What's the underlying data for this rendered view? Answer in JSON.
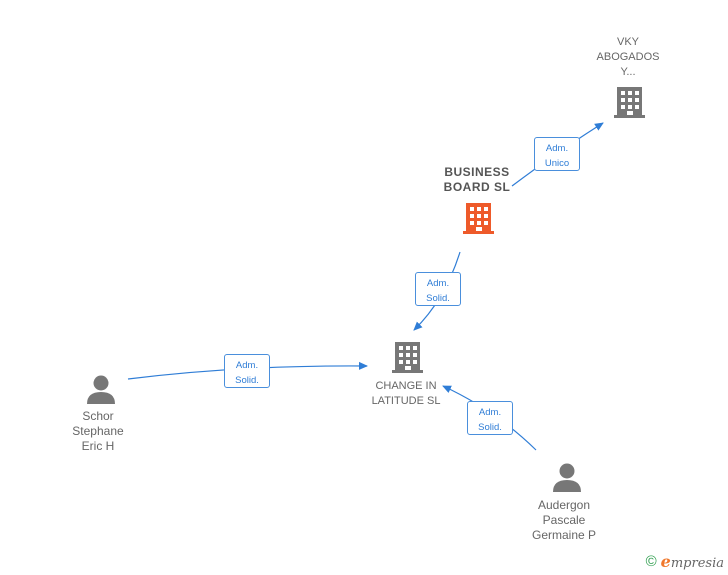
{
  "colors": {
    "edge": "#2f7dd6",
    "building_default": "#777777",
    "building_highlight": "#ee5a2a",
    "person": "#777777"
  },
  "nodes": {
    "vky": {
      "label": "VKY\nABOGADOS\nY...",
      "icon": "building-icon"
    },
    "business_board": {
      "label": "BUSINESS\nBOARD  SL",
      "icon": "building-icon",
      "highlight": true
    },
    "change_in_latitude": {
      "label": "CHANGE IN\nLATITUDE  SL",
      "icon": "building-icon"
    },
    "schor": {
      "label": "Schor\nStephane\nEric H",
      "icon": "person-icon"
    },
    "audergon": {
      "label": "Audergon\nPascale\nGermaine P",
      "icon": "person-icon"
    }
  },
  "edges": {
    "bb_to_vky": {
      "label": "Adm.\nUnico"
    },
    "bb_to_cil": {
      "label": "Adm.\nSolid."
    },
    "schor_to_cil": {
      "label": "Adm.\nSolid."
    },
    "audergon_to_cil": {
      "label": "Adm.\nSolid."
    }
  },
  "footer": {
    "copyright": "©",
    "brand_first": "e",
    "brand_rest": "mpresia"
  }
}
